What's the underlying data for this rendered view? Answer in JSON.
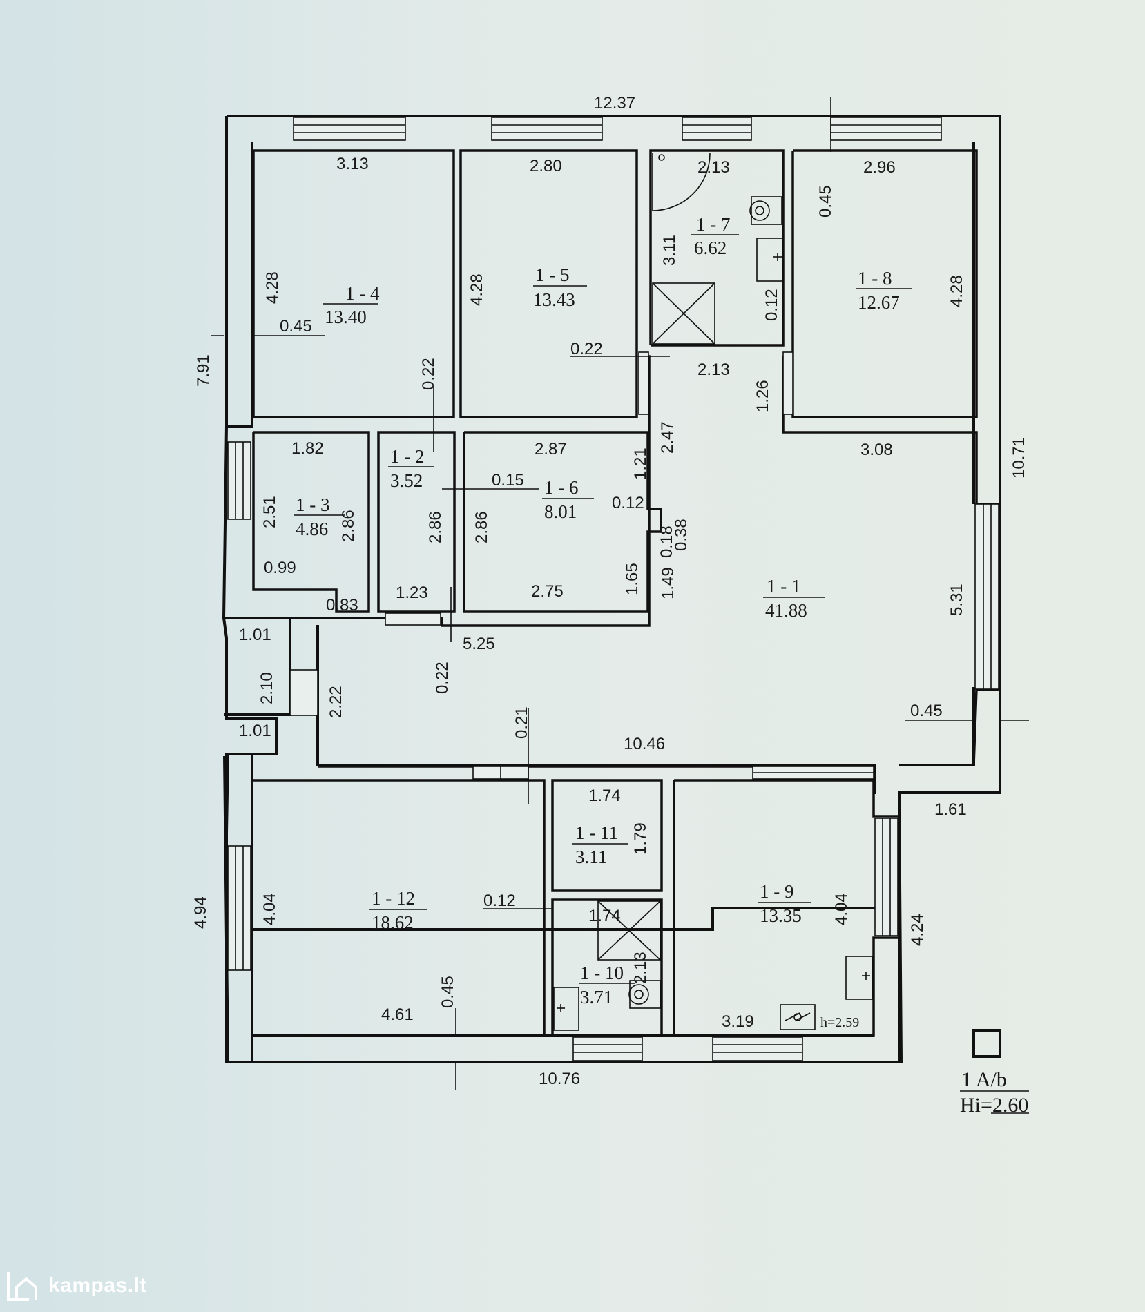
{
  "rooms": [
    {
      "id": "1 - 1",
      "area": "41.88"
    },
    {
      "id": "1 - 2",
      "area": "3.52"
    },
    {
      "id": "1 - 3",
      "area": "4.86"
    },
    {
      "id": "1 - 4",
      "area": "13.40"
    },
    {
      "id": "1 - 5",
      "area": "13.43"
    },
    {
      "id": "1 - 6",
      "area": "8.01"
    },
    {
      "id": "1 - 7",
      "area": "6.62"
    },
    {
      "id": "1 - 8",
      "area": "12.67"
    },
    {
      "id": "1 - 9",
      "area": "13.35"
    },
    {
      "id": "1 - 10",
      "area": "3.71"
    },
    {
      "id": "1 - 11",
      "area": "3.11"
    },
    {
      "id": "1 - 12",
      "area": "18.62"
    }
  ],
  "dimensions": {
    "top_total": "12.37",
    "bottom_total": "10.76",
    "left_total": "7.91",
    "right_total": "10.71",
    "r4_w": "3.13",
    "r4_h": "4.28",
    "r4_wall": "0.45",
    "r4_wall2": "0.22",
    "r5_w": "2.80",
    "r5_h": "4.28",
    "r5_wall": "0.22",
    "r7_w": "2.13",
    "r7_h": "3.11",
    "r7_w2": "2.13",
    "r7_wall": "0.12",
    "r8_w": "2.96",
    "r8_h": "4.28",
    "r8_wall": "0.45",
    "hall_126": "1.26",
    "hall_308": "3.08",
    "hall_247": "2.47",
    "r3_w": "1.82",
    "r3_h": "2.51",
    "r3_h2": "2.86",
    "r3_099": "0.99",
    "r3_083": "0.83",
    "r2_h": "2.86",
    "r2_w": "1.23",
    "r2_wall": "0.15",
    "r6_w": "2.87",
    "r6_h": "2.86",
    "r6_w2": "2.75",
    "r6_121": "1.21",
    "r6_012": "0.12",
    "r6_038": "0.38",
    "r6_018": "0.18",
    "r6_165": "1.65",
    "r6_149": "1.49",
    "hall_531": "5.31",
    "hall_045": "0.45",
    "entry_101a": "1.01",
    "entry_210": "2.10",
    "entry_101b": "1.01",
    "entry_222": "2.22",
    "hall_022": "0.22",
    "hall_525": "5.25",
    "hall_021": "0.21",
    "hall_1046": "10.46",
    "r11_w": "1.74",
    "r11_h": "1.79",
    "r10_w": "1.74",
    "r10_h": "2.13",
    "r12_h": "4.04",
    "r12_w": "4.61",
    "r12_wall": "0.12",
    "r12_wall2": "0.45",
    "r9_h": "4.04",
    "r9_w": "3.19",
    "r9_161": "1.61",
    "r9_424": "4.24",
    "r9_ceiling": "h=2.59",
    "left_494": "4.94"
  },
  "legend": {
    "line1": "1 A/b",
    "line2": "Hi=2.60"
  },
  "watermark": {
    "text": "kampas.lt"
  }
}
